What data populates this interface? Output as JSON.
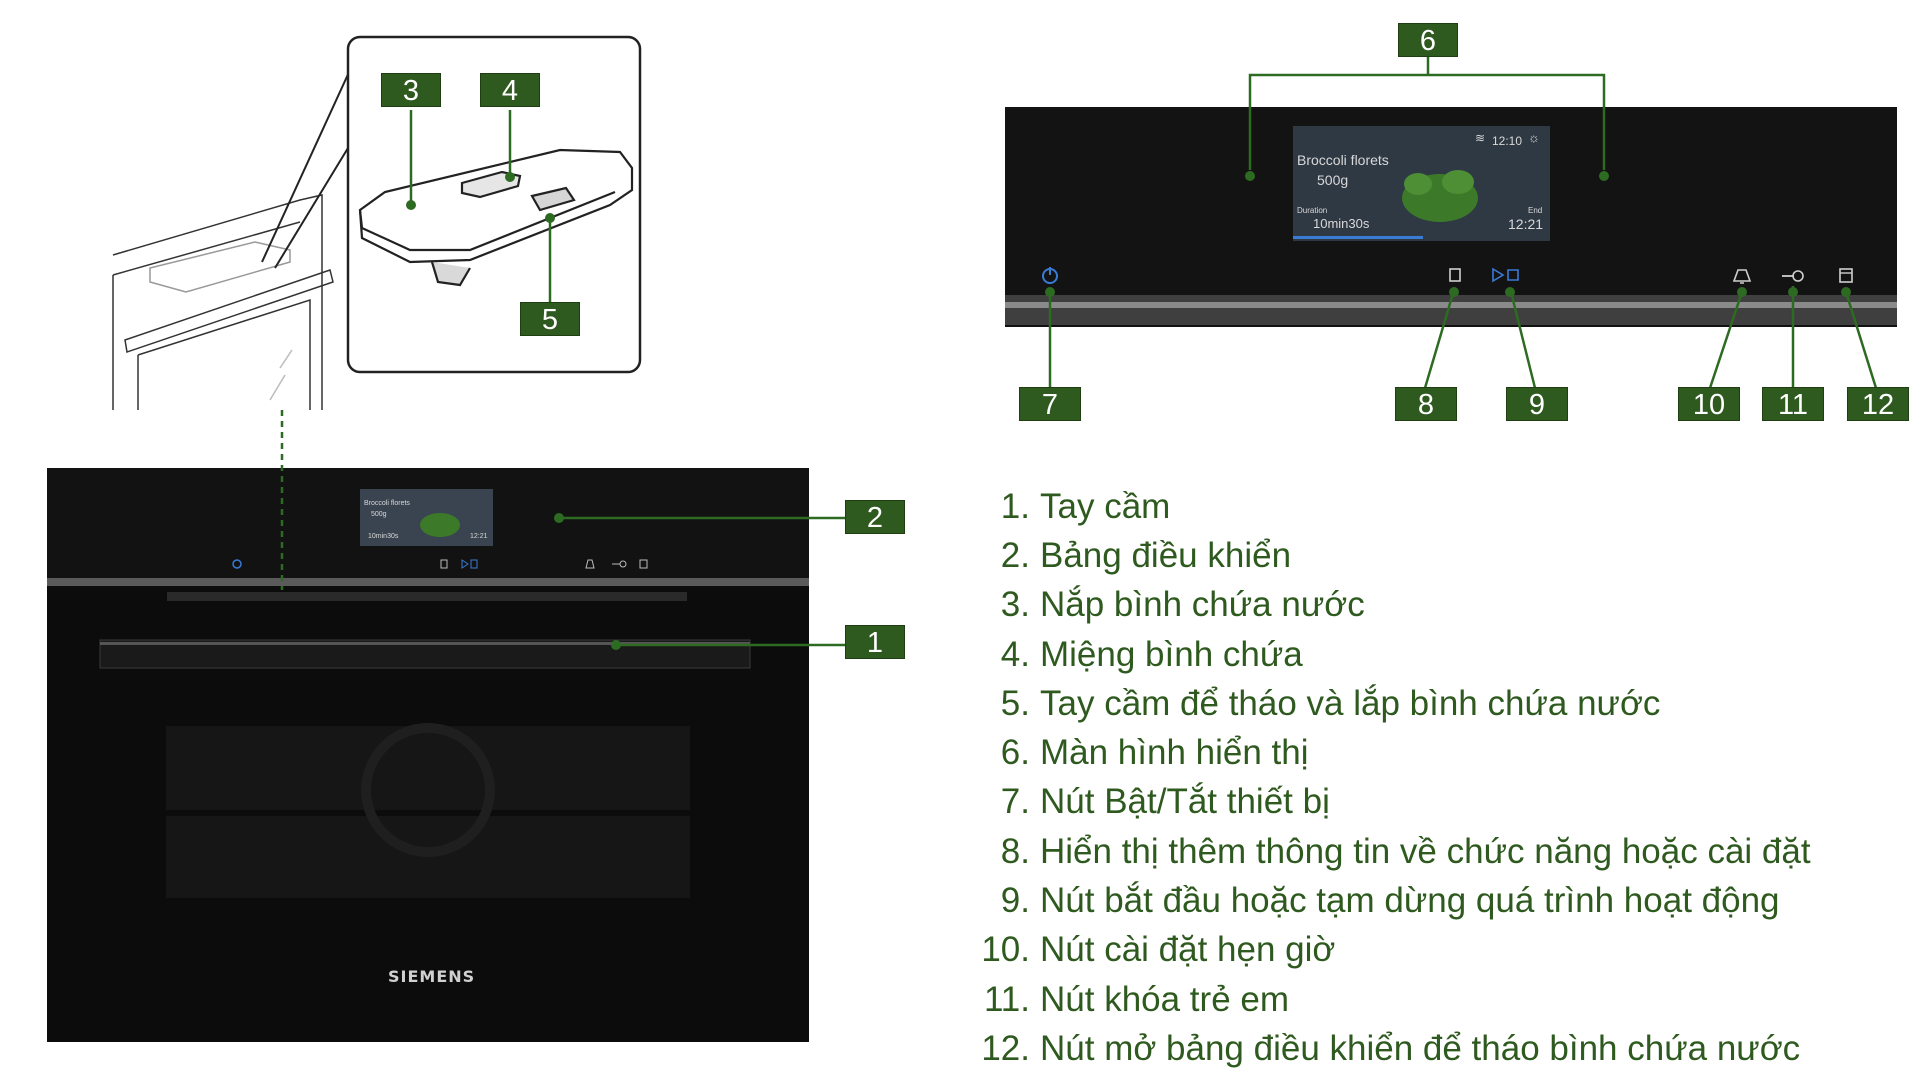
{
  "callouts": [
    "1",
    "2",
    "3",
    "4",
    "5",
    "6",
    "7",
    "8",
    "9",
    "10",
    "11",
    "12"
  ],
  "legend": [
    {
      "num": "1.",
      "text": "Tay cầm"
    },
    {
      "num": "2.",
      "text": "Bảng điều khiển"
    },
    {
      "num": "3.",
      "text": "Nắp bình chứa nước"
    },
    {
      "num": "4.",
      "text": "Miệng bình chứa"
    },
    {
      "num": "5.",
      "text": "Tay cầm để tháo và lắp bình chứa nước"
    },
    {
      "num": "6.",
      "text": "Màn hình hiển thị"
    },
    {
      "num": "7.",
      "text": "Nút Bật/Tắt thiết bị"
    },
    {
      "num": "8.",
      "text": "Hiển thị thêm thông tin về chức năng hoặc cài đặt"
    },
    {
      "num": "9.",
      "text": "Nút bắt đầu hoặc tạm dừng quá trình hoạt động"
    },
    {
      "num": "10.",
      "text": "Nút cài đặt hẹn giờ"
    },
    {
      "num": "11.",
      "text": "Nút khóa trẻ em"
    },
    {
      "num": "12.",
      "text": "Nút mở bảng điều khiển để tháo bình chứa nước"
    }
  ],
  "brand": "SIEMENS",
  "screen": {
    "dish": "Broccoli florets",
    "weight": "500g",
    "duration_label": "Duration",
    "duration": "10min30s",
    "end_label": "End",
    "end_time": "12:21",
    "clock": "12:10"
  },
  "colors": {
    "callout_green": "#2f5a1f",
    "leader_green": "#2e6b22",
    "panel_black": "#0e0e0e",
    "accent_blue": "#3a7bd5"
  },
  "icons": [
    "power-icon",
    "info-icon",
    "play-pause-icon",
    "bell-icon",
    "key-icon",
    "panel-open-icon",
    "wifi-icon",
    "light-icon"
  ]
}
